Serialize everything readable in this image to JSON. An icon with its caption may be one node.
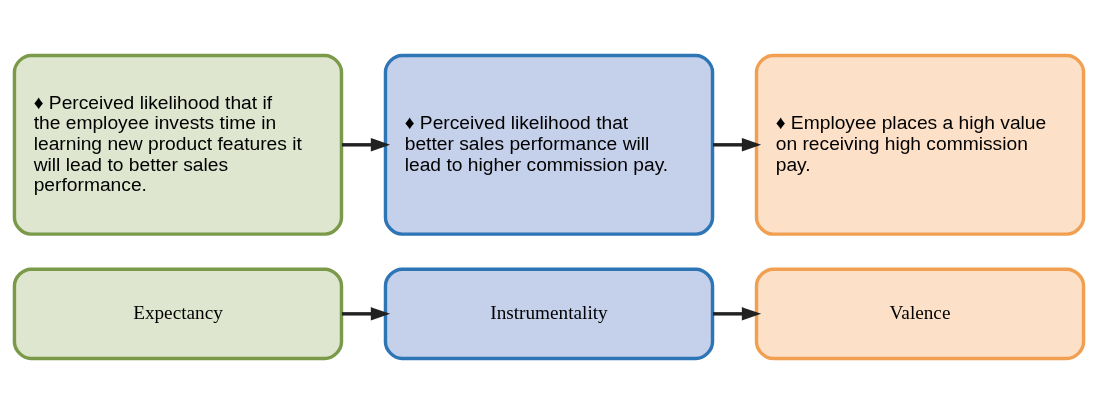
{
  "diagram": {
    "nodes": [
      {
        "text": [
          "Expectancy"
        ]
      },
      {
        "text": [
          "Instrumentality"
        ]
      },
      {
        "text": [
          "Valence"
        ]
      },
      {
        "text": [
          "♦ Perceived likelihood that if the employee invests time in learning new product features it will lead to better sales performance."
        ]
      },
      {
        "text": [
          "♦ Perceived likelihood that better sales performance will lead to higher commission pay."
        ]
      },
      {
        "text": [
          "♦ Employee places a high value on receiving high commission pay."
        ]
      }
    ],
    "edges": [
      {
        "from": 0,
        "to": 1,
        "arrow": "to"
      },
      {
        "from": 1,
        "to": 2,
        "arrow": "to"
      },
      {
        "from": 3,
        "to": 4,
        "arrow": "to"
      },
      {
        "from": 4,
        "to": 5,
        "arrow": "to"
      }
    ]
  }
}
